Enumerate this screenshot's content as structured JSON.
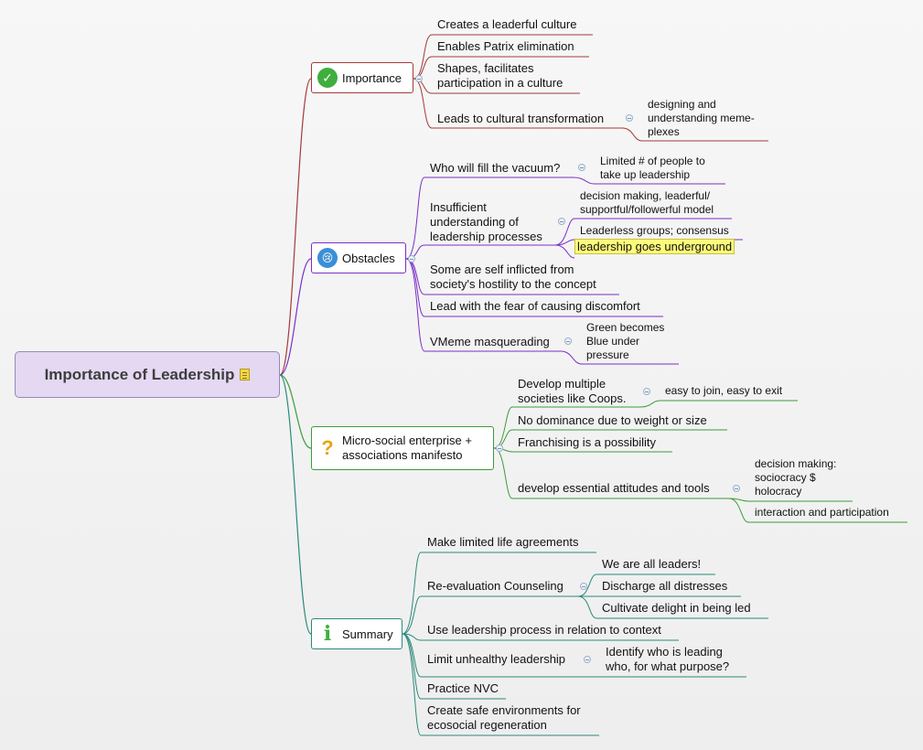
{
  "central": {
    "title": "Importance of Leadership",
    "icon": "note-icon"
  },
  "colors": {
    "importance": "#a33a3a",
    "obstacles": "#7a2fc9",
    "micro": "#3c9c3c",
    "summary": "#2a8a7a",
    "highlight": "#fffb7a"
  },
  "branches": {
    "importance": {
      "label": "Importance",
      "icon": "checkmark-icon",
      "children": [
        "Creates a leaderful culture",
        "Enables Patrix elimination",
        "Shapes, facilitates\nparticipation in a culture",
        "Leads to cultural transformation"
      ],
      "sub": {
        "transformation": "designing and\nunderstanding meme-\nplexes"
      }
    },
    "obstacles": {
      "label": "Obstacles",
      "icon": "crying-face-icon",
      "children": [
        "Who will fill the vacuum?",
        "Insufficient\nunderstanding of\nleadership processes",
        "Some are self inflicted from\nsociety's hostility to the concept",
        "Lead with the fear of causing discomfort",
        "VMeme masquerading"
      ],
      "sub": {
        "vacuum": "Limited # of people to\ntake up leadership",
        "understanding": [
          "decision making, leaderful/\nsupportful/followerful model",
          "Leaderless groups; consensus",
          "leadership goes underground"
        ],
        "vmeme": "Green becomes\nBlue under\npressure"
      }
    },
    "micro": {
      "label": "Micro-social enterprise +\nassociations manifesto",
      "icon": "question-mark-icon",
      "children": [
        "Develop multiple\nsocieties like Coops.",
        "No dominance due to weight or size",
        "Franchising is a possibility",
        "develop essential attitudes and tools"
      ],
      "sub": {
        "coops": "easy to join, easy to exit",
        "tools": [
          "decision making:\nsociocracy $\nholocracy",
          "interaction and participation"
        ]
      }
    },
    "summary": {
      "label": "Summary",
      "icon": "info-icon",
      "children": [
        "Make limited life agreements",
        "Re-evaluation Counseling",
        "Use leadership process in relation to context",
        "Limit unhealthy leadership",
        "Practice NVC",
        "Create safe environments for\necosocial regeneration"
      ],
      "sub": {
        "counseling": [
          "We are all leaders!",
          "Discharge all distresses",
          "Cultivate delight in being led"
        ],
        "unhealthy": "Identify who is leading\nwho, for what purpose?"
      }
    }
  }
}
